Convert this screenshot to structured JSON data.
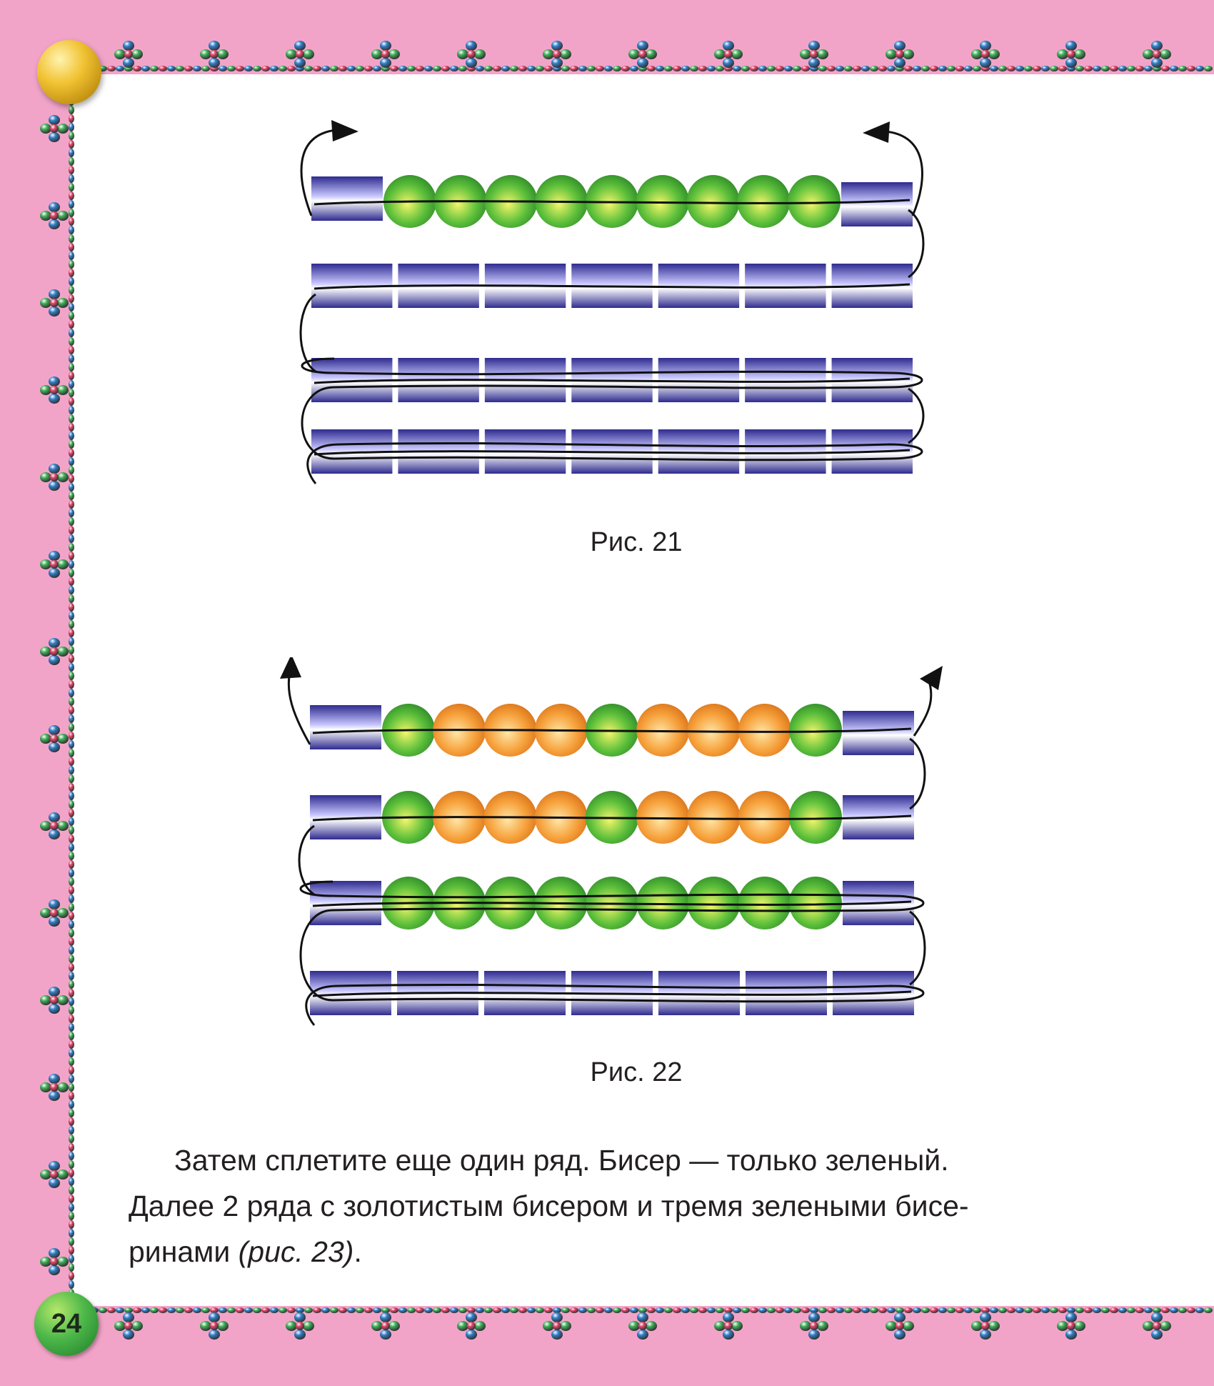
{
  "page": {
    "number": "24",
    "background_color": "#f2a4c8",
    "paper_color": "#ffffff"
  },
  "figures": [
    {
      "id": "fig21",
      "caption": "Рис. 21",
      "rows": [
        [
          "bugle",
          "green",
          "green",
          "green",
          "green",
          "green",
          "green",
          "green",
          "green",
          "green",
          "bugle"
        ],
        [
          "bugle",
          "bugle",
          "bugle",
          "bugle",
          "bugle",
          "bugle",
          "bugle"
        ],
        [
          "bugle",
          "bugle",
          "bugle",
          "bugle",
          "bugle",
          "bugle",
          "bugle"
        ],
        [
          "bugle",
          "bugle",
          "bugle",
          "bugle",
          "bugle",
          "bugle",
          "bugle"
        ]
      ]
    },
    {
      "id": "fig22",
      "caption": "Рис. 22",
      "rows": [
        [
          "bugle",
          "green",
          "orange",
          "orange",
          "orange",
          "green",
          "orange",
          "orange",
          "orange",
          "green",
          "bugle"
        ],
        [
          "bugle",
          "green",
          "orange",
          "orange",
          "orange",
          "green",
          "orange",
          "orange",
          "orange",
          "green",
          "bugle"
        ],
        [
          "bugle",
          "green",
          "green",
          "green",
          "green",
          "green",
          "green",
          "green",
          "green",
          "green",
          "bugle"
        ],
        [
          "bugle",
          "bugle",
          "bugle",
          "bugle",
          "bugle",
          "bugle",
          "bugle"
        ]
      ]
    }
  ],
  "text": {
    "line1": "Затем сплетите еще один ряд. Бисер — только зеленый.",
    "line2": "Далее 2 ряда с золотистым бисером и тремя зелеными бисе-",
    "line3_start": "ринами ",
    "line3_ref": "(рис. 23)",
    "line3_end": "."
  },
  "colors": {
    "bugle": "#2e2b8f",
    "bugle_highlight": "#c9c8ff",
    "green_bead": "#5cbf3a",
    "orange_bead": "#f6a03a",
    "thread": "#111111",
    "border_red": "#e2466a",
    "border_blue": "#2f7fc9",
    "border_green": "#3fae58"
  }
}
